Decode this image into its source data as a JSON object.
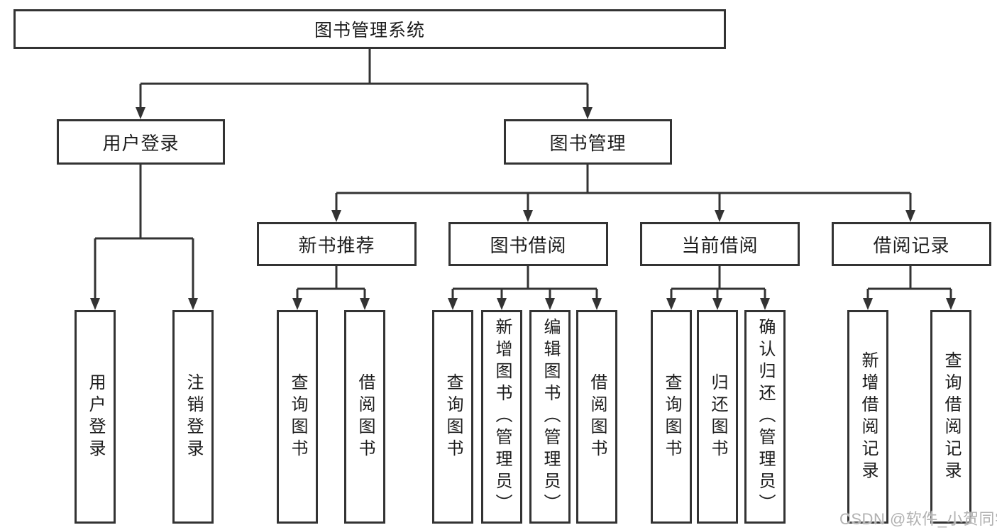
{
  "tree": {
    "label": "图书管理系统",
    "children": [
      {
        "label": "用户登录",
        "children": [
          {
            "label": "用户登录"
          },
          {
            "label": "注销登录"
          }
        ]
      },
      {
        "label": "图书管理",
        "children": [
          {
            "label": "新书推荐",
            "children": [
              {
                "label": "查询图书"
              },
              {
                "label": "借阅图书"
              }
            ]
          },
          {
            "label": "图书借阅",
            "children": [
              {
                "label": "查询图书"
              },
              {
                "label": "新增图书（管理员）"
              },
              {
                "label": "编辑图书（管理员）"
              },
              {
                "label": "借阅图书"
              }
            ]
          },
          {
            "label": "当前借阅",
            "children": [
              {
                "label": "查询图书"
              },
              {
                "label": "归还图书"
              },
              {
                "label": "确认归还（管理员）"
              }
            ]
          },
          {
            "label": "借阅记录",
            "children": [
              {
                "label": "新增借阅记录"
              },
              {
                "label": "查询借阅记录"
              }
            ]
          }
        ]
      }
    ]
  },
  "watermark": "CSDN @软件_小贺同学",
  "colors": {
    "line": "#333333",
    "text": "#1c1c1c",
    "watermark": "#b1b1b1",
    "background": "#ffffff"
  }
}
